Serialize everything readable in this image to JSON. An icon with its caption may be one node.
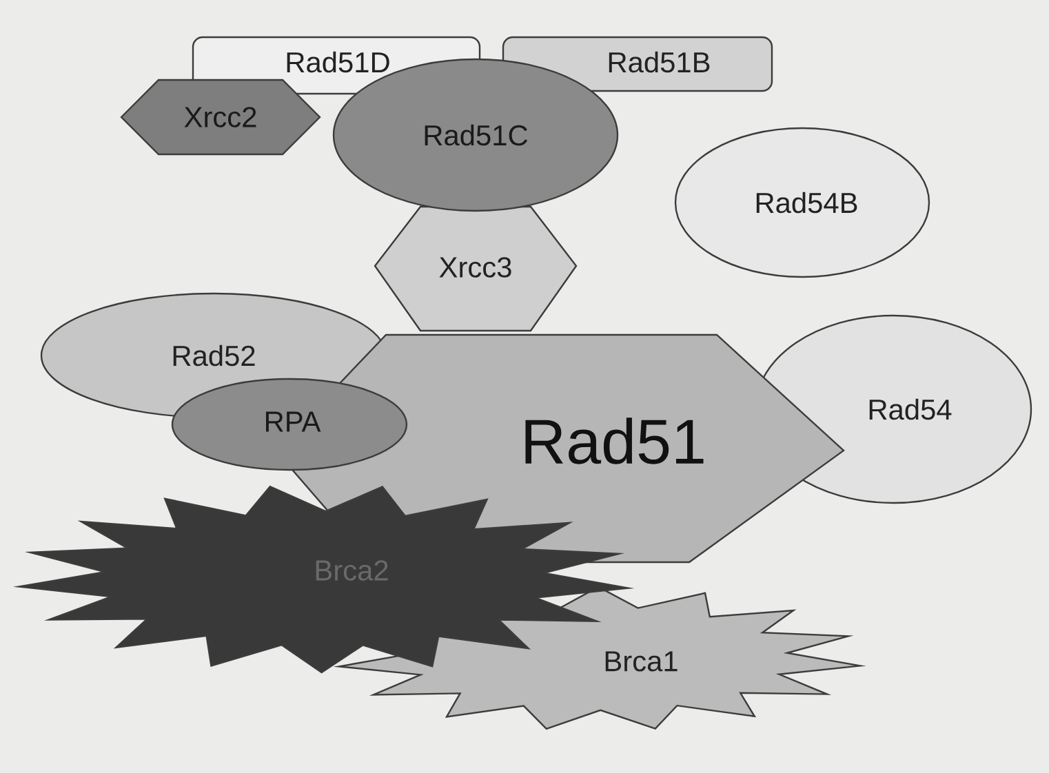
{
  "diagram": {
    "nodes": [
      {
        "text": [
          "Rad51D"
        ]
      },
      {
        "text": [
          "Rad51B"
        ]
      },
      {
        "text": [
          "Xrcc2"
        ]
      },
      {
        "text": [
          "Rad51C"
        ]
      },
      {
        "text": [
          "Rad54B"
        ]
      },
      {
        "text": [
          "Xrcc3"
        ]
      },
      {
        "text": [
          "Rad52"
        ]
      },
      {
        "text": [
          "Rad51"
        ]
      },
      {
        "text": [
          "Rad54"
        ]
      },
      {
        "text": [
          "RPA"
        ]
      },
      {
        "text": [
          "Brca2"
        ]
      },
      {
        "text": [
          "Brca1"
        ]
      }
    ]
  }
}
